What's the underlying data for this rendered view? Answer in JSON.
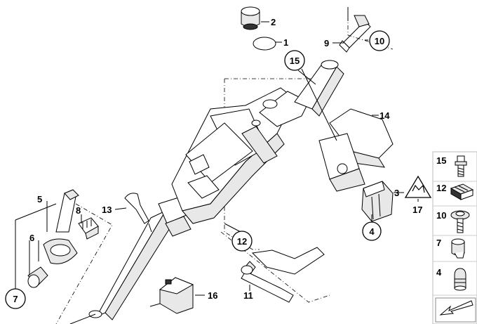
{
  "labels": {
    "p1": "1",
    "p2": "2",
    "p3": "3",
    "p4": "4",
    "p5": "5",
    "p6": "6",
    "p7": "7",
    "p8": "8",
    "p9": "9",
    "p10": "10",
    "p11": "11",
    "p12": "12",
    "p13": "13",
    "p14": "14",
    "p15": "15",
    "p16": "16",
    "p17": "17"
  },
  "side_panel": [
    "15",
    "12",
    "10",
    "7",
    "4"
  ]
}
